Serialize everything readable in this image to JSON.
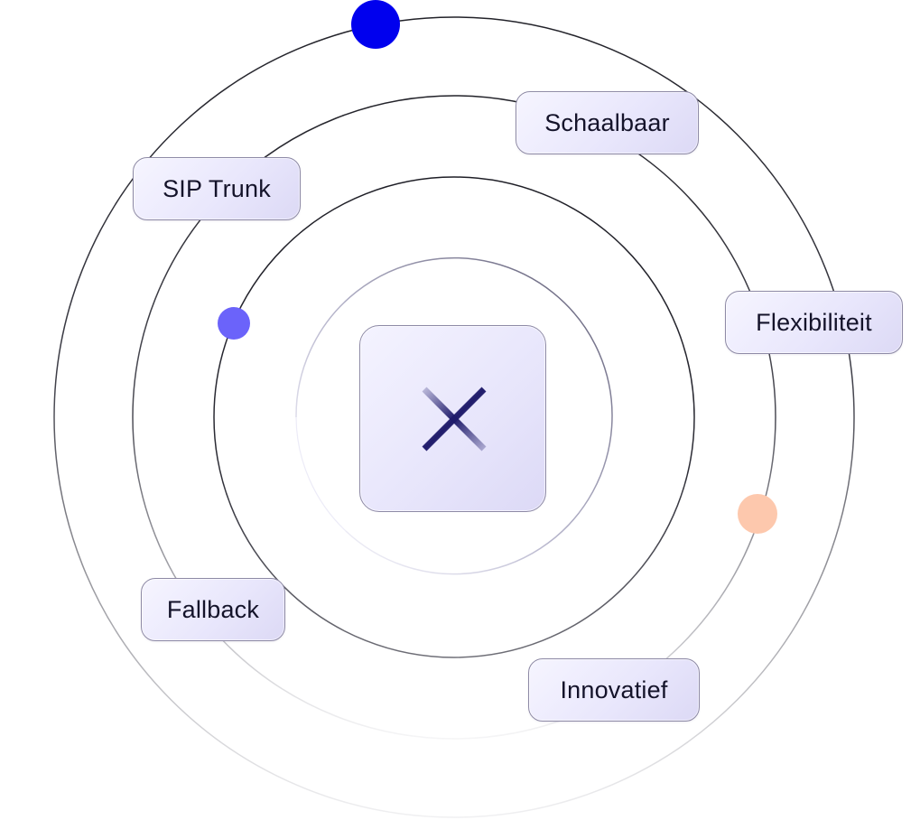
{
  "labels": {
    "sip_trunk": "SIP Trunk",
    "schaalbaar": "Schaalbaar",
    "flexibiliteit": "Flexibiliteit",
    "fallback": "Fallback",
    "innovatief": "Innovatief"
  },
  "center_icon": "asterisk-icon",
  "colors": {
    "ring_dark": "#2a2a33",
    "chip_border": "#8e8aa6",
    "dot_blue": "#0000ee",
    "dot_violet": "#6b63fa",
    "dot_peach": "#fdc8ad",
    "icon": "#1f1b6b"
  }
}
